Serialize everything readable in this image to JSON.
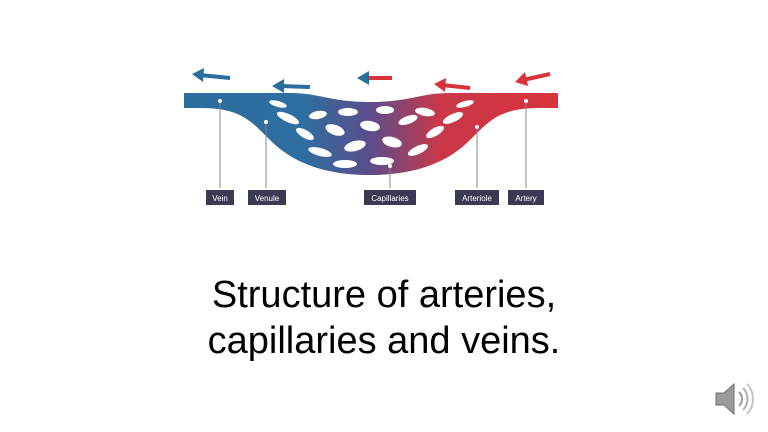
{
  "diagram": {
    "labels": [
      "Vein",
      "Venule",
      "Capillaries",
      "Arteriole",
      "Artery"
    ],
    "colors": {
      "vein": "#2a6e9e",
      "artery": "#d8333b",
      "capillary_mid": "#5c4d8a",
      "label_bg": "#3b3a55",
      "label_text": "#ffffff",
      "leader_line": "#888888"
    },
    "arrow_icons": [
      "arrow-left-icon",
      "arrow-left-icon",
      "arrow-left-icon",
      "arrow-left-icon",
      "arrow-left-icon"
    ]
  },
  "title": {
    "line1": "Structure of arteries,",
    "line2": "capillaries and veins."
  },
  "audio": {
    "icon": "speaker-icon"
  }
}
